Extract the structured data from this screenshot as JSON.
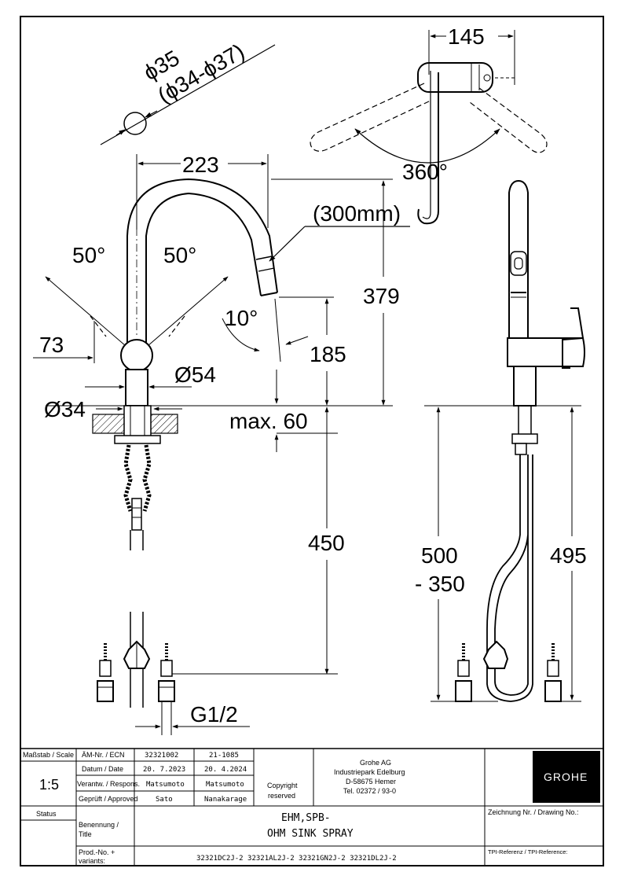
{
  "drawing": {
    "dims": {
      "d35": "ϕ35",
      "d34_37": "(ϕ34-ϕ37)",
      "w223": "223",
      "w145": "145",
      "rot360": "360°",
      "hose300": "(300mm)",
      "h379": "379",
      "ang50_left": "50°",
      "ang50_right": "50°",
      "ang10": "10°",
      "h185": "185",
      "d73": "73",
      "d54": "Ø54",
      "d34": "Ø34",
      "max60": "max. 60",
      "h450": "450",
      "h500": "500",
      "h350": "- 350",
      "h495": "495",
      "g12": "G1/2"
    }
  },
  "title_block": {
    "labels": {
      "scale": "Maßstab / Scale",
      "ecn": "ÄM-Nr. / ECN",
      "date": "Datum / Date",
      "responsible": "Verantw. / Respons.",
      "approved": "Geprüft / Approved",
      "status": "Status",
      "title_label_1": "Benennung /",
      "title_label_2": "Title",
      "prod_label_1": "Prod.-No. +",
      "prod_label_2": "variants:",
      "drawing_no": "Zeichnung Nr. / Drawing No.:",
      "tpi": "TPI-Referenz / TPI-Reference:"
    },
    "scale_value": "1:5",
    "ecn_1": "32321002",
    "ecn_2": "21-1085",
    "date_1": "20. 7.2023",
    "date_2": "20. 4.2024",
    "resp_1": "Matsumoto",
    "resp_2": "Matsumoto",
    "appr_1": "Sato",
    "appr_2": "Nanakarage",
    "copyright_1": "Copyright",
    "copyright_2": "reserved",
    "company": {
      "name": "Grohe AG",
      "line2": "Industriepark Edelburg",
      "line3": "D-58675 Hemer",
      "line4": "Tel. 02372 / 93-0"
    },
    "logo": "GROHE",
    "title_1": "EHM,SPB-",
    "title_2": "OHM SINK SPRAY",
    "variants": "32321DC2J-2 32321AL2J-2 32321GN2J-2 32321DL2J-2"
  }
}
